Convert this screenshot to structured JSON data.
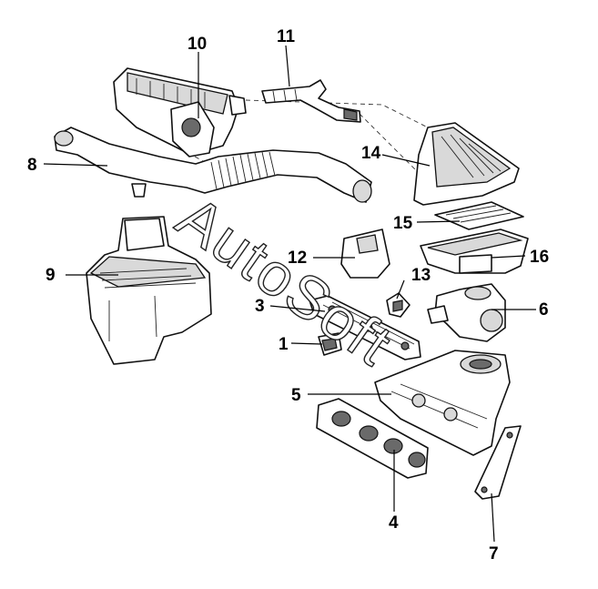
{
  "watermark": "AutoSoft",
  "callouts": [
    {
      "id": "1",
      "label": "1"
    },
    {
      "id": "3",
      "label": "3"
    },
    {
      "id": "4",
      "label": "4"
    },
    {
      "id": "5",
      "label": "5"
    },
    {
      "id": "6",
      "label": "6"
    },
    {
      "id": "7",
      "label": "7"
    },
    {
      "id": "8",
      "label": "8"
    },
    {
      "id": "9",
      "label": "9"
    },
    {
      "id": "10",
      "label": "10"
    },
    {
      "id": "11",
      "label": "11"
    },
    {
      "id": "12",
      "label": "12"
    },
    {
      "id": "13",
      "label": "13"
    },
    {
      "id": "14",
      "label": "14"
    },
    {
      "id": "15",
      "label": "15"
    },
    {
      "id": "16",
      "label": "16"
    }
  ]
}
